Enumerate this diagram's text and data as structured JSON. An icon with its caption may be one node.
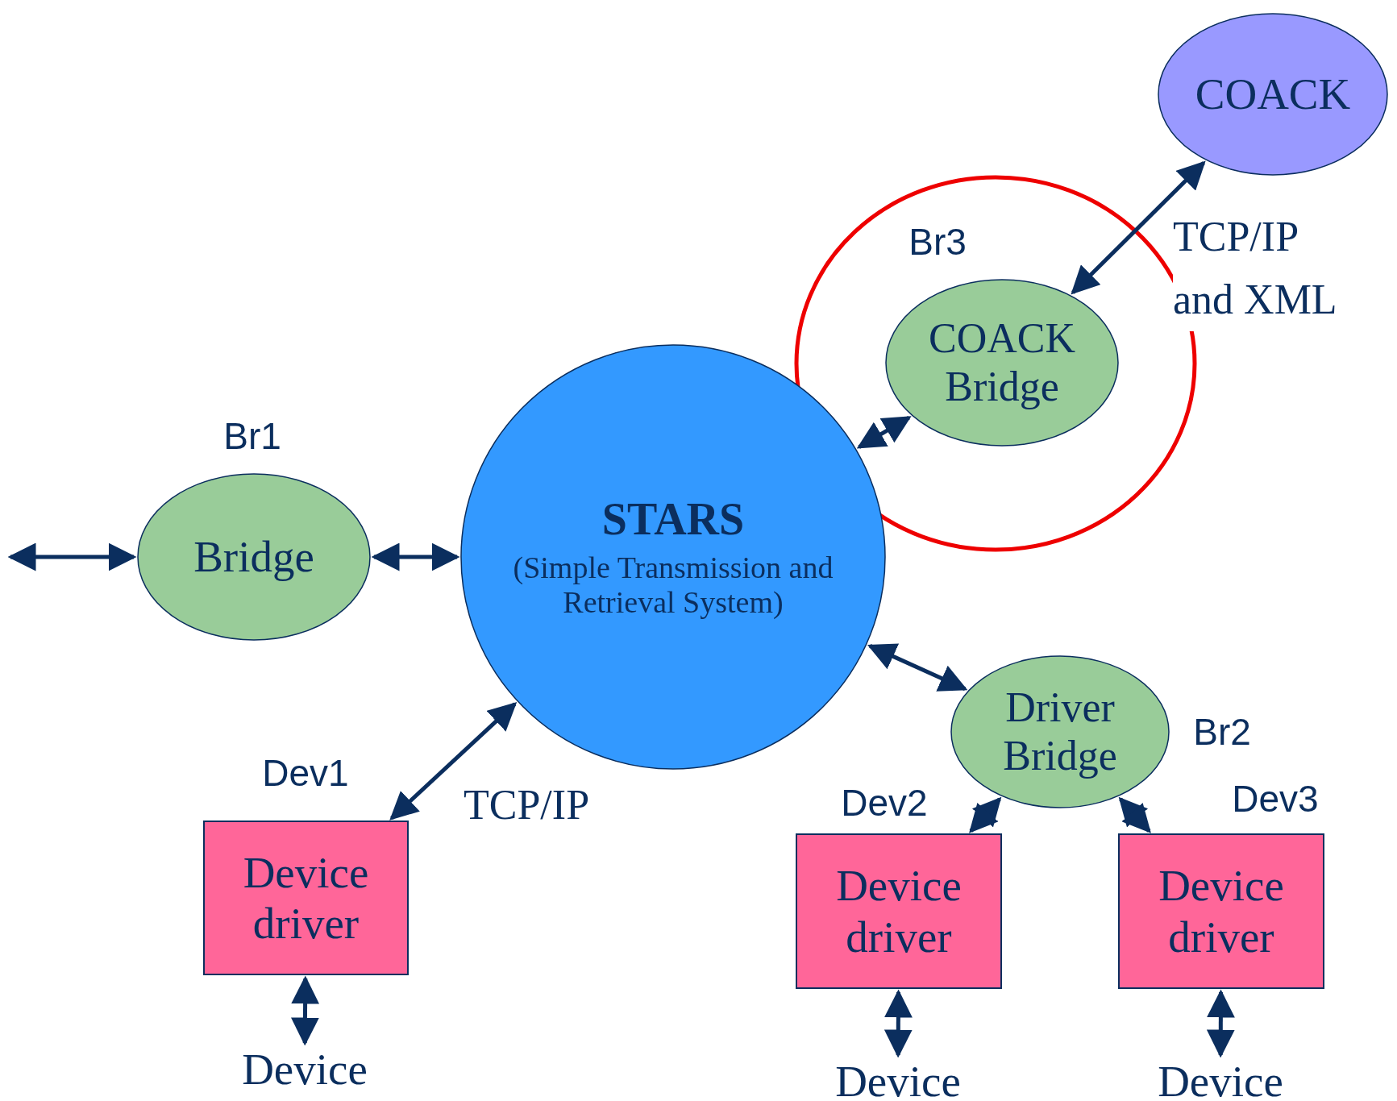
{
  "diagram": {
    "nodes": [
      {
        "text": [
          "COACK"
        ]
      },
      {
        "text": [],
        "shape": "circle"
      },
      {
        "text": [
          "COACK Bridge"
        ],
        "beside": [
          "Br3"
        ],
        "in": 1
      },
      {
        "text": [
          "Bridge"
        ],
        "beside": [
          "Br1"
        ]
      },
      {
        "text": [
          "STARS",
          "(Simple Transmission and Retrieval System)"
        ]
      },
      {
        "text": [
          "Driver Bridge"
        ],
        "beside": [
          "Br2"
        ]
      },
      {
        "text": [
          "Device driver"
        ],
        "beside": [
          "Dev1"
        ]
      },
      {
        "text": [
          "Device driver"
        ],
        "beside": [
          "Dev2"
        ]
      },
      {
        "text": [
          "Device driver"
        ],
        "beside": [
          "Dev3"
        ]
      },
      {
        "text": [
          "Device"
        ]
      },
      {
        "text": [
          "Device"
        ]
      },
      {
        "text": [
          "Device"
        ]
      }
    ],
    "edges": [
      {
        "from": 2,
        "to": 0,
        "arrow": "both",
        "label": "TCP/IP and XML"
      },
      {
        "from": 4,
        "to": 2,
        "arrow": "both"
      },
      {
        "from": null,
        "to": 3,
        "arrow": "both"
      },
      {
        "from": 3,
        "to": 4,
        "arrow": "both"
      },
      {
        "from": 4,
        "to": 6,
        "arrow": "both",
        "label": "TCP/IP"
      },
      {
        "from": 4,
        "to": 5,
        "arrow": "both"
      },
      {
        "from": 5,
        "to": 7,
        "arrow": "both"
      },
      {
        "from": 5,
        "to": 8,
        "arrow": "both"
      },
      {
        "from": 6,
        "to": 9,
        "arrow": "both"
      },
      {
        "from": 7,
        "to": 10,
        "arrow": "both"
      },
      {
        "from": 8,
        "to": 11,
        "arrow": "both"
      }
    ]
  }
}
